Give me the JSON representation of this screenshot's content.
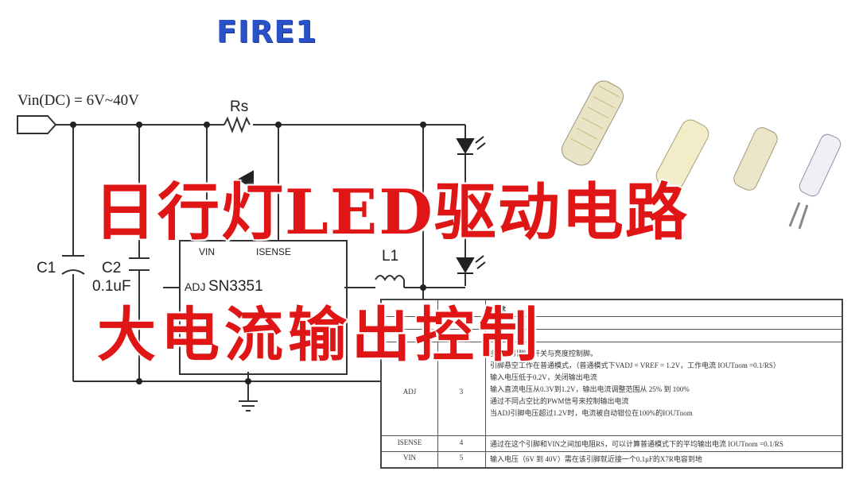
{
  "brand": {
    "name": "FIRE1"
  },
  "circuit": {
    "vin_label": "Vin(DC) = 6V~40V",
    "rs_label": "Rs",
    "c1_label": "C1",
    "c2_label": "C2",
    "c2_value": "0.1uF",
    "l1_label": "L1",
    "chip_name": "SN3351",
    "pin_vin": "VIN",
    "pin_isense": "ISENSE",
    "pin_adj": "ADJ"
  },
  "title": {
    "line1": "日行灯LED驱动电路",
    "line2": "大电流输出控制"
  },
  "pin_table": {
    "header_desc": "描述",
    "rows": [
      {
        "pin": "ADJ",
        "num": "3",
        "lines": [
          "多功能引脚，开关与亮度控制脚。",
          "引脚悬空工作在普通模式，（普通模式下VADJ = VREF = 1.2V，工作电流 IOUTnom =0.1/RS）",
          "输入电压低于0.2V，关闭输出电流",
          "输入直流电压从0.3V到1.2V，输出电流调整范围从 25% 到 100%",
          "通过不同占空比的PWM信号来控制输出电流",
          "当ADJ引脚电压超过1.2V时，电流被自动钳位在100%的IOUTnom"
        ]
      },
      {
        "pin": "ISENSE",
        "num": "4",
        "lines": [
          "通过在这个引脚和VIN之间加电阻RS，可以计算普通模式下的平均输出电流 IOUTnom =0.1/RS"
        ]
      },
      {
        "pin": "VIN",
        "num": "5",
        "lines": [
          "输入电压（6V 到 40V）需在该引脚就近接一个0.1μF的X7R电容到地"
        ]
      }
    ]
  },
  "colors": {
    "title_red": "#e01515",
    "brand_blue": "#2a52c8"
  },
  "icons": [
    "led-bulb-icon",
    "diode-symbol-icon",
    "ground-symbol-icon"
  ]
}
